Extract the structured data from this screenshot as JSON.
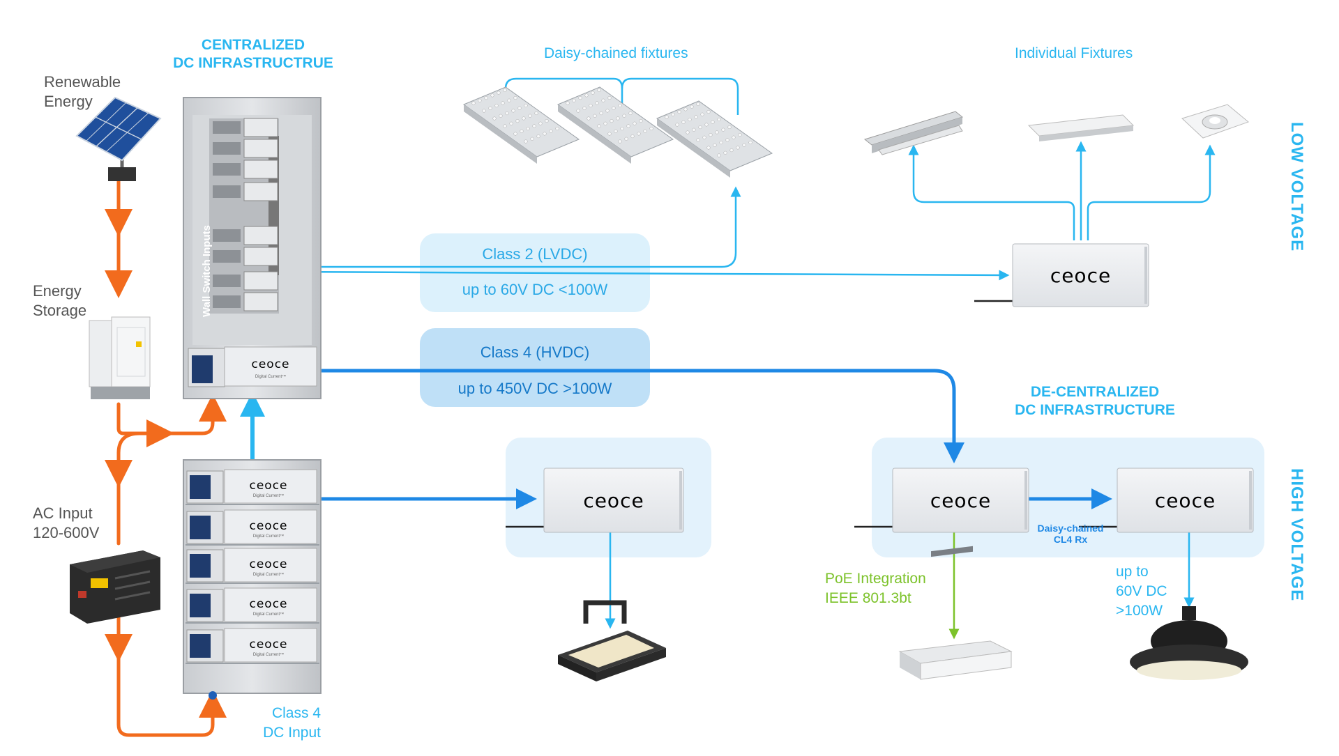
{
  "headings": {
    "centralized_line1": "CENTRALIZED",
    "centralized_line2": "DC INFRASTRUCTRUE",
    "decentralized_line1": "DE-CENTRALIZED",
    "decentralized_line2": "DC INFRASTRUCTURE",
    "daisy_chained_fixtures": "Daisy-chained fixtures",
    "individual_fixtures": "Individual Fixtures",
    "low_voltage": "LOW VOLTAGE",
    "high_voltage": "HIGH VOLTAGE"
  },
  "sources": {
    "renewable_line1": "Renewable",
    "renewable_line2": "Energy",
    "storage_line1": "Energy",
    "storage_line2": "Storage",
    "ac_line1": "AC Input",
    "ac_line2": "120-600V"
  },
  "classes": {
    "class2_title": "Class 2 (LVDC)",
    "class2_spec": "up to 60V DC <100W",
    "class4_title": "Class 4 (HVDC)",
    "class4_spec": "up to 450V DC >100W",
    "class4_input_line1": "Class 4",
    "class4_input_line2": "DC Input"
  },
  "annotations": {
    "wall_switch": "Wall Switch Inputs",
    "daisy_cl4_line1": "Daisy-chained",
    "daisy_cl4_line2": "CL4 Rx",
    "poe_line1": "PoE Integration",
    "poe_line2": "IEEE 801.3bt",
    "upto_line1": "up to",
    "upto_line2": "60V DC",
    "upto_line3": ">100W"
  },
  "brand": {
    "logo": "ceoce",
    "tagline": "Digital Current™"
  },
  "colors": {
    "orange": "#f26b1d",
    "light_blue": "#29b6f0",
    "dark_blue": "#1e88e5",
    "green": "#7cc22a",
    "pill_light": "#dcf1fc",
    "pill_dark": "#bfe0f7",
    "zone_bg": "#e3f2fc"
  }
}
